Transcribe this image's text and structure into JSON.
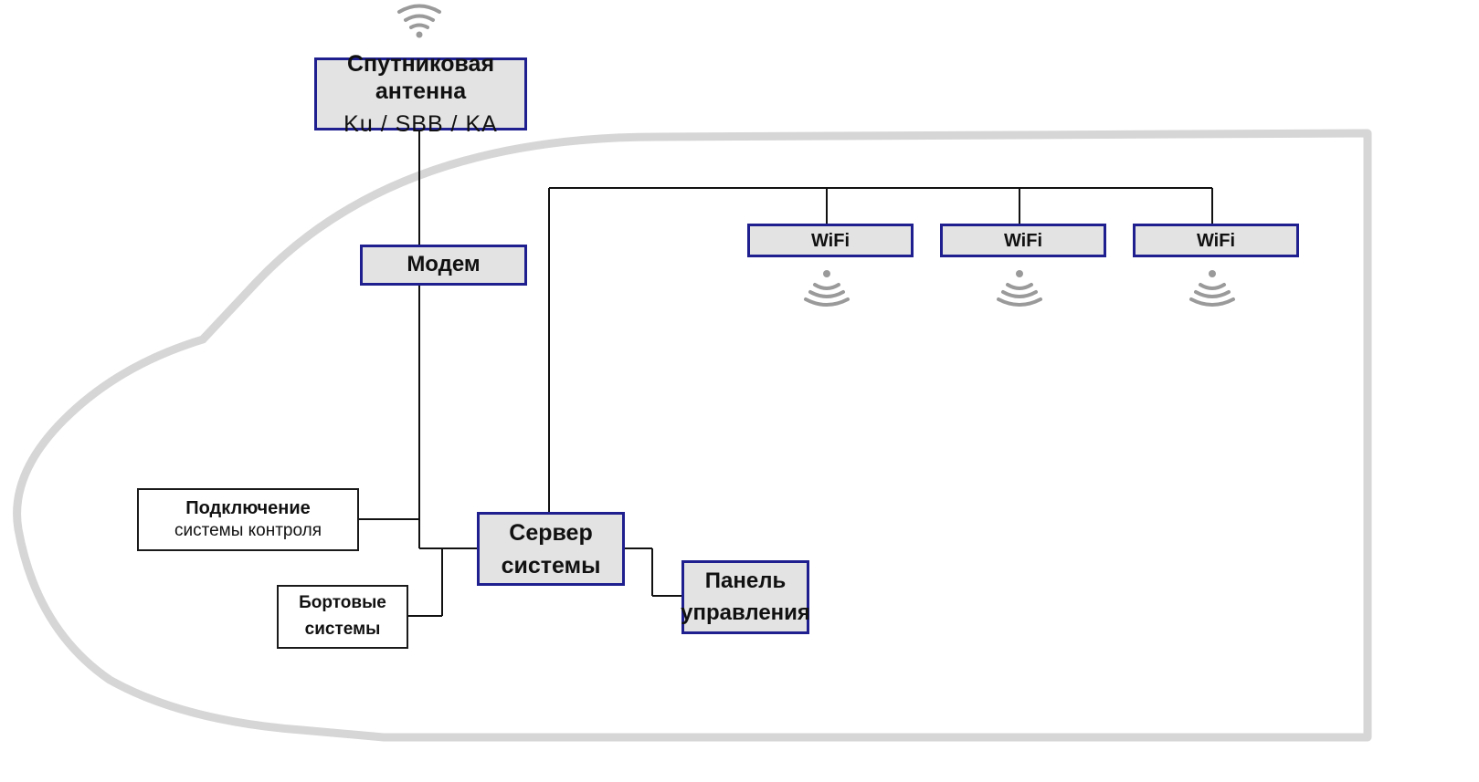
{
  "antenna": {
    "title": "Спутниковая антенна",
    "subtitle": "Ku / SBB / KA"
  },
  "modem": {
    "label": "Модем"
  },
  "server": {
    "line1": "Сервер",
    "line2": "системы"
  },
  "panel": {
    "line1": "Панель",
    "line2": "управления"
  },
  "control": {
    "line1": "Подключение",
    "line2": "системы контроля"
  },
  "onboard": {
    "line1": "Бортовые",
    "line2": "системы"
  },
  "wifi": [
    {
      "label": "WiFi"
    },
    {
      "label": "WiFi"
    },
    {
      "label": "WiFi"
    }
  ],
  "colors": {
    "box_border_blue": "#1f1f8f",
    "box_fill": "#e3e3e3",
    "fuselage": "#d6d6d6",
    "signal": "#9a9a9a"
  }
}
